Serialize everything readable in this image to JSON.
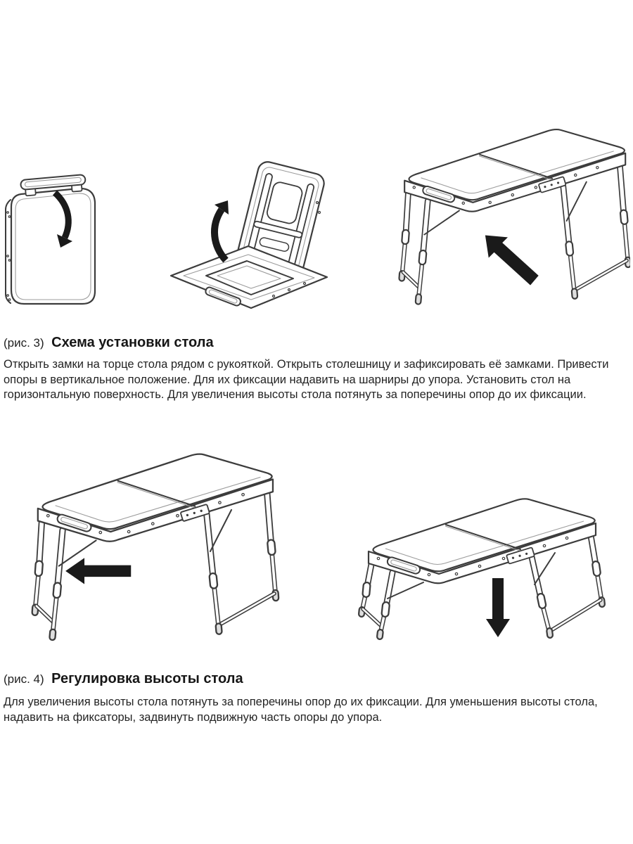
{
  "page": {
    "background": "#ffffff",
    "line_color": "#3c3c3c",
    "arrow_color": "#1a1a1a",
    "text_color": "#1f1f1f"
  },
  "sections": [
    {
      "label": "(рис. 3)",
      "title": "Схема установки стола",
      "body": "Открыть замки на торце стола рядом с рукояткой. Открыть столешницу и зафиксировать её замками. Привести опоры в вертикальное положение. Для их фиксации надавить на шарниры до упора. Установить стол на горизонтальную поверхность. Для увеличения высоты стола потянуть за поперечины опор до их фиксации."
    },
    {
      "label": "(рис. 4)",
      "title": "Регулировка высоты стола",
      "body": "Для увеличения высоты стола потянуть за поперечины опор до их фиксации. Для уменьшения высоты стола, надавить на фиксаторы, задвинуть подвижную часть опоры до упора."
    }
  ],
  "icons": {
    "fold-down-arrow": "curved black arrow sweeping down over folded case",
    "open-up-arrow": "curved black arrow sweeping up from opened case",
    "install-arrow": "bold black arrow pointing up-left under assembled table",
    "raise-arrow": "bold black arrow pointing left at leg latch",
    "lower-arrow": "bold black arrow pointing down under lowered table"
  }
}
